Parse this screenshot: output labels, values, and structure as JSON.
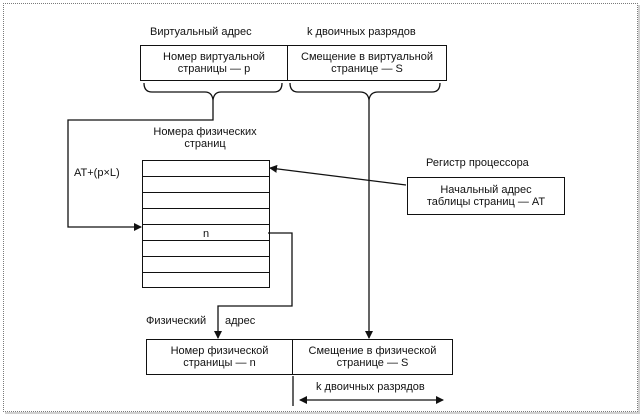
{
  "labels": {
    "virtual_address": "Виртуальный адрес",
    "k_bits_top": "k двоичных разрядов",
    "physical_pages_line1": "Номера физических",
    "physical_pages_line2": "страниц",
    "at_formula": "AT+(p×L)",
    "processor_register": "Регистр процессора",
    "row_n": "n",
    "physical_address_word1": "Физический",
    "physical_address_word2": "адрес",
    "k_bits_bottom": "k двоичных разрядов"
  },
  "virtual_box": {
    "page_line1": "Номер виртуальной",
    "page_line2": "страницы — p",
    "offset_line1": "Смещение в виртуальной",
    "offset_line2": "странице — S"
  },
  "register_box": {
    "line1": "Начальный адрес",
    "line2": "таблицы страниц — AT"
  },
  "physical_box": {
    "page_line1": "Номер физической",
    "page_line2": "страницы — n",
    "offset_line1": "Смещение в физической",
    "offset_line2": "странице — S"
  }
}
